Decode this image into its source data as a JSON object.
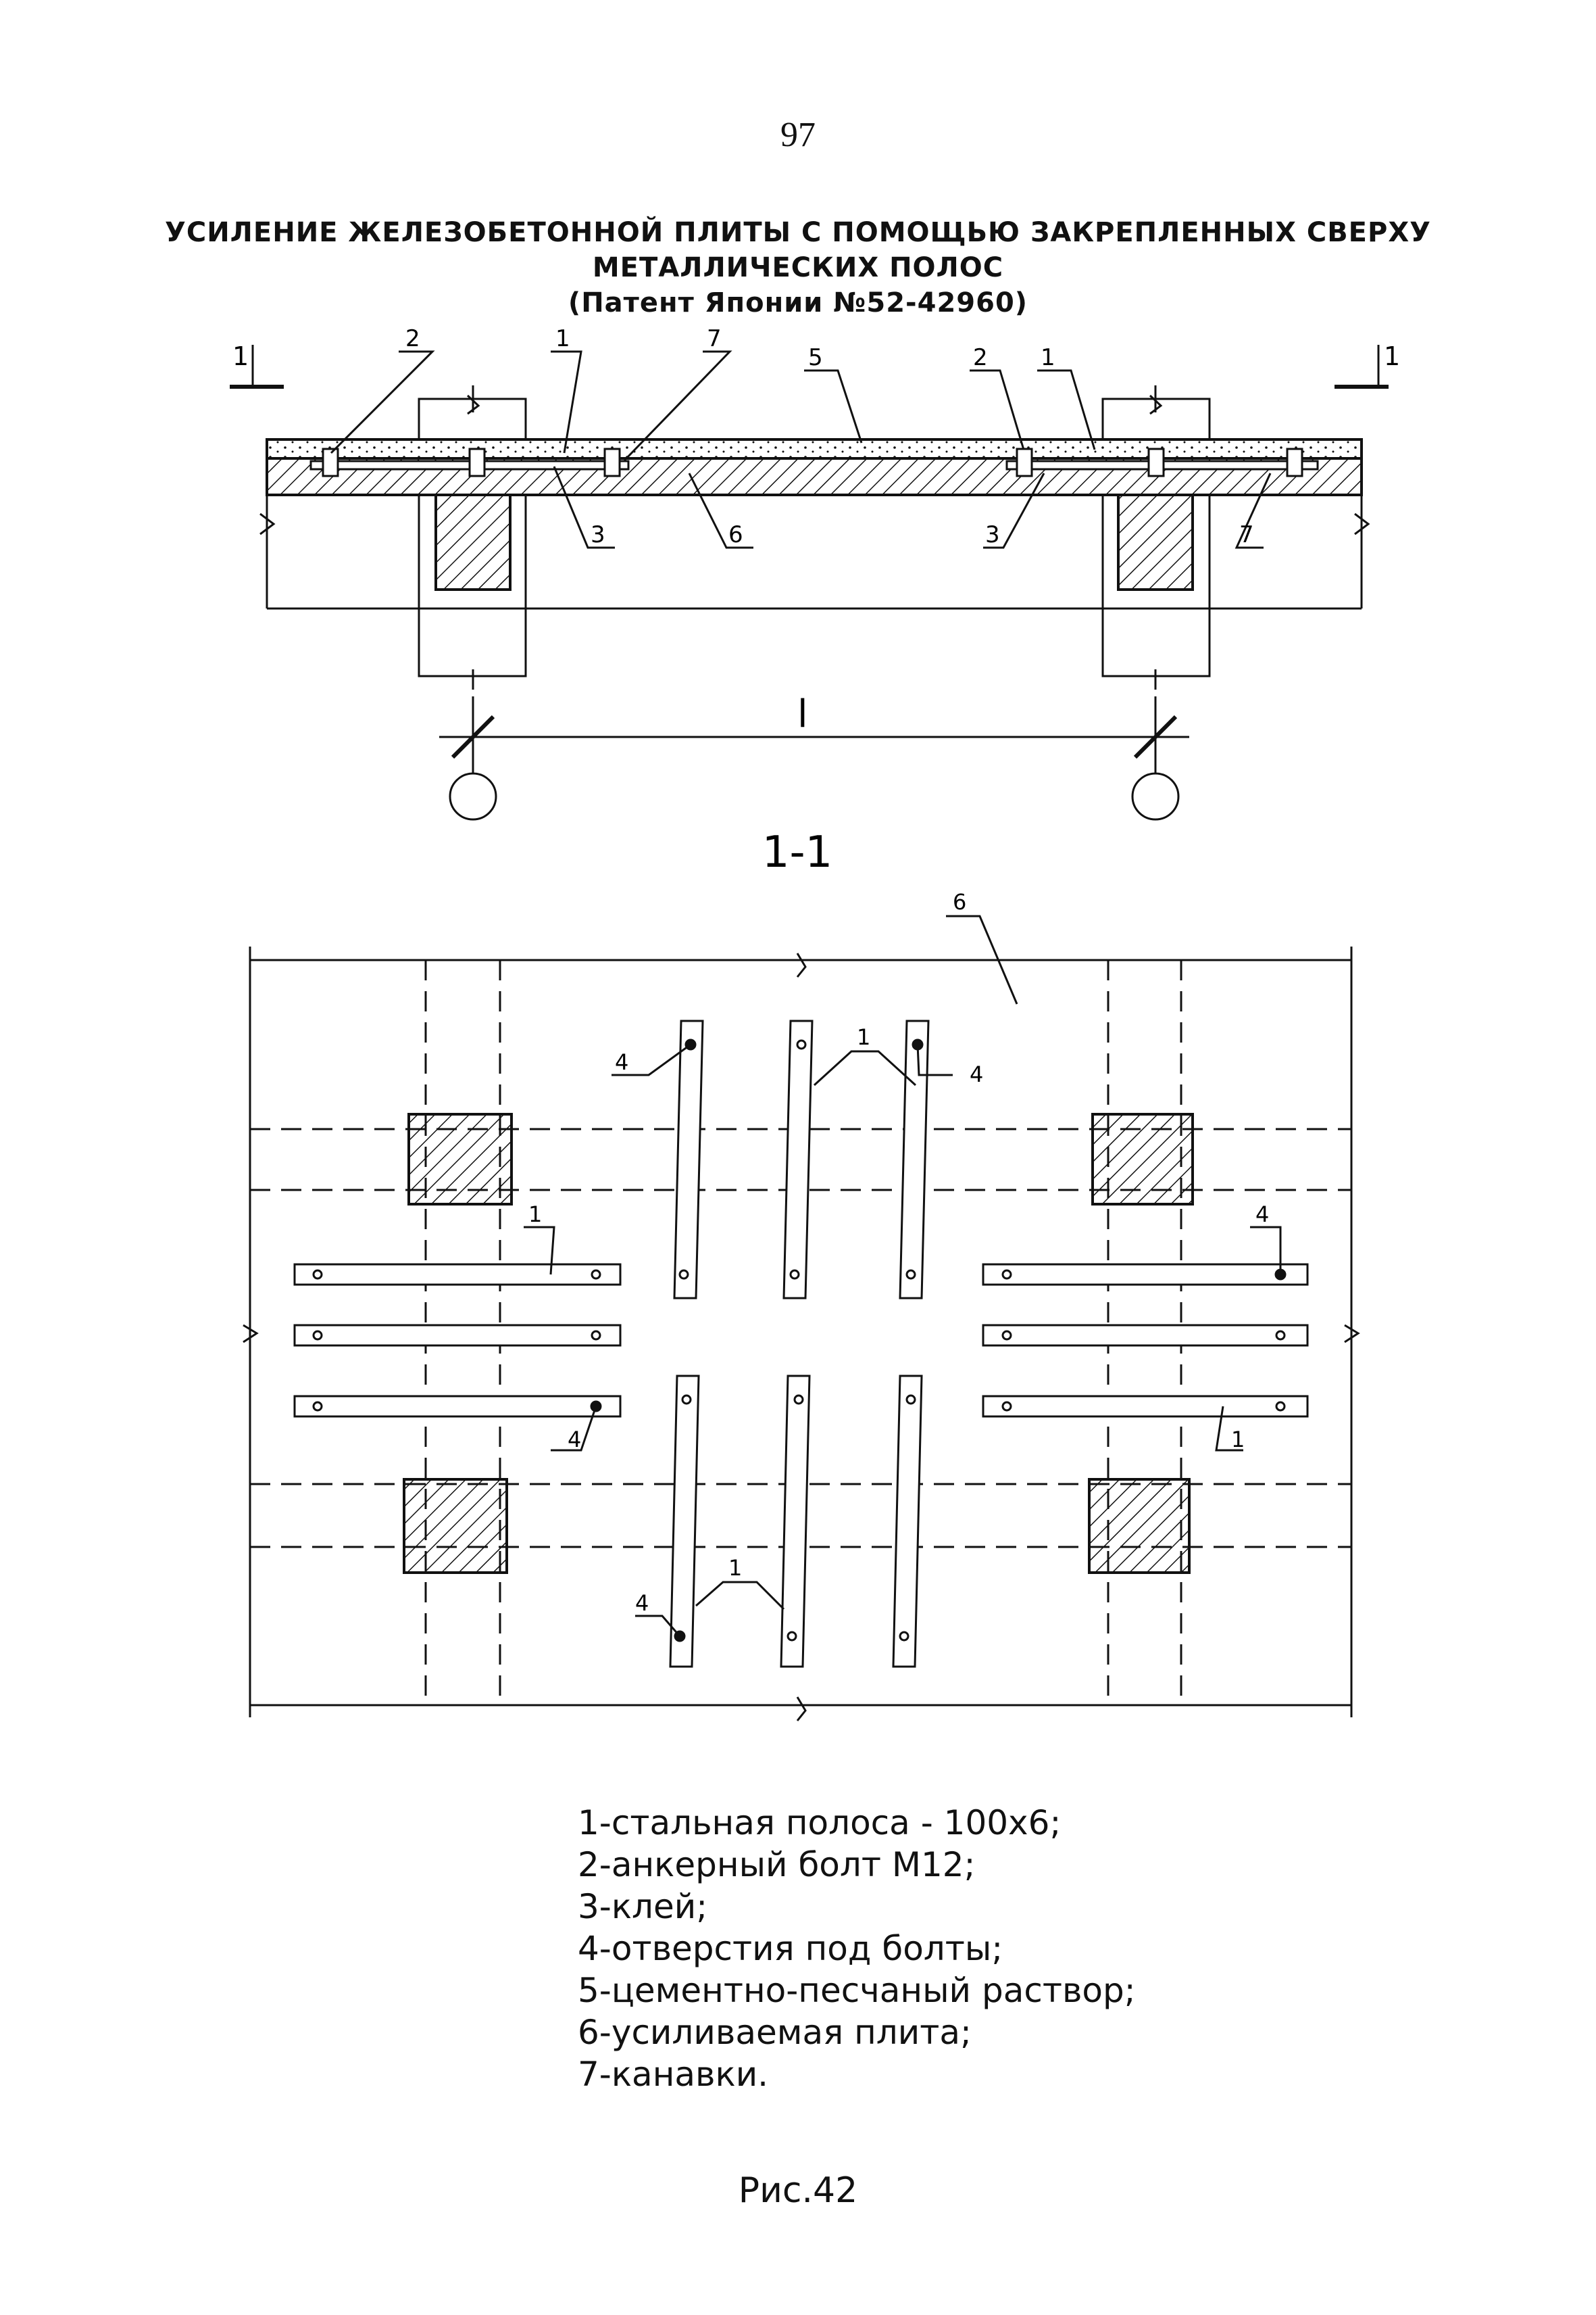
{
  "page_number": "97",
  "title": {
    "line1": "УСИЛЕНИЕ ЖЕЛЕЗОБЕТОННОЙ ПЛИТЫ С ПОМОЩЬЮ ЗАКРЕПЛЕННЫХ СВЕРХУ",
    "line2": "МЕТАЛЛИЧЕСКИХ ПОЛОС",
    "line3": "(Патент Японии №52-42960)"
  },
  "section_mark": "1",
  "span_label": "l",
  "section_title": "1-1",
  "callouts": {
    "strip": "1",
    "anchor_bolt": "2",
    "glue": "3",
    "bolt_holes": "4",
    "mortar": "5",
    "slab": "6",
    "grooves": "7"
  },
  "legend": [
    "1-стальная полоса - 100х6;",
    "2-анкерный болт М12;",
    "3-клей;",
    "4-отверстия под болты;",
    "5-цементно-песчаный раствор;",
    "6-усиливаемая плита;",
    "7-канавки."
  ],
  "figure_caption": "Рис.42"
}
